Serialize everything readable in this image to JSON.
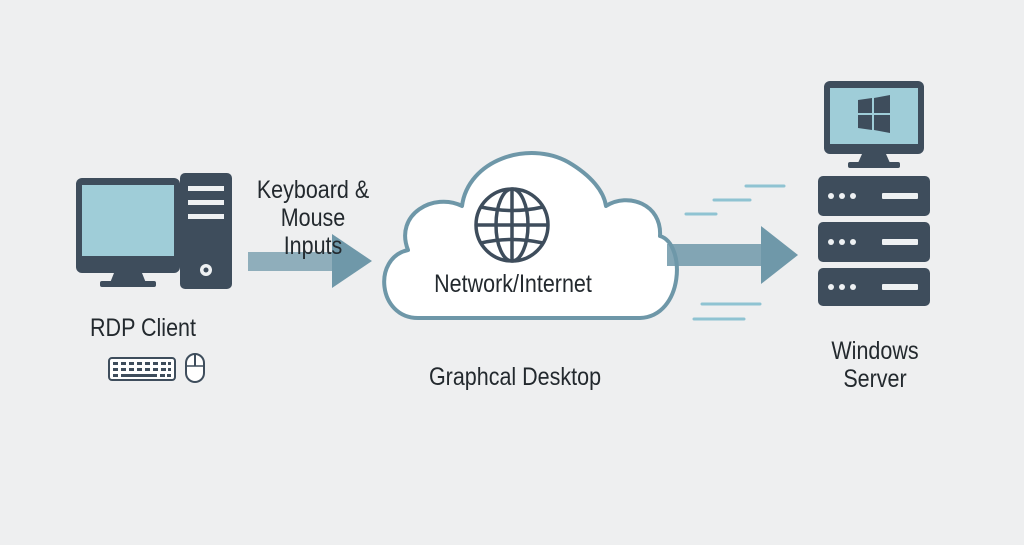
{
  "client": {
    "label": "RDP Client"
  },
  "inputs": {
    "line1": "Keyboard &",
    "line2": "Mouse",
    "line3": "Inputs"
  },
  "network": {
    "label": "Network/Internet"
  },
  "desktop": {
    "label": "Graphcal Desktop"
  },
  "server": {
    "line1": "Windows",
    "line2": "Server"
  },
  "colors": {
    "background": "#eeeff0",
    "outline": "#3e4d5c",
    "screen": "#9fcdd8",
    "arrow": "#6f98a9",
    "cloud_border": "#6e97a8",
    "text": "#23292e"
  },
  "icons": [
    "monitor-icon",
    "tower-icon",
    "keyboard-icon",
    "mouse-icon",
    "cloud-icon",
    "globe-icon",
    "windows-logo-icon",
    "server-rack-icon"
  ]
}
